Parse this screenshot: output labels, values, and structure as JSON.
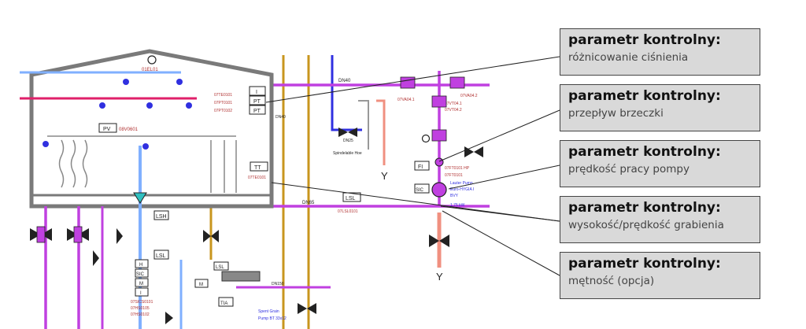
{
  "callouts": [
    {
      "title": "parametr kontrolny:",
      "desc": "różnicowanie ciśnienia"
    },
    {
      "title": "parametr kontrolny:",
      "desc": "przepływ brzeczki"
    },
    {
      "title": "parametr kontrolny:",
      "desc": "prędkość pracy pompy"
    },
    {
      "title": "parametr kontrolny:",
      "desc": "wysokość/prędkość grabienia"
    },
    {
      "title": "parametr kontrolny:",
      "desc": "mętność (opcja)"
    }
  ],
  "diagram": {
    "tag_top": "01EL01",
    "tag_pt_group": "07TE0101",
    "tag_pt_group2": "07PT0101",
    "tag_pt_group3": "07PT0102",
    "box_i": "I",
    "box_pt": "PT",
    "box_pt2": "PT",
    "box_pv": "PV",
    "tag_pv": "08V0601",
    "box_tt": "TT",
    "tag_tt": "07TE0101",
    "dn_top": "DN40",
    "dn_mid": "DN65",
    "dn_vert": "DN40",
    "dn_bottom": "DN150",
    "box_lsl_mid": "LSL",
    "tag_lsl_mid": "07LSL0101",
    "box_lsh": "LSH",
    "box_lsl": "LSL",
    "box_h": "H",
    "box_sic_left": "SIC",
    "box_m": "M",
    "box_i2": "I",
    "box_m2": "M",
    "box_lsl2": "LSL",
    "box_tia": "TIA",
    "box_fi": "FI",
    "box_sic": "SIC",
    "pump_label": "Lauter Pump",
    "pump_model": "Euro-HYGIA I",
    "pump_rpm": "BVY",
    "pump_kw": "1,75 kW",
    "tag_fi": "07FT0101 HP",
    "tag_fi2": "07FT0101",
    "tag_sampler": "Spindelable Hoe",
    "tag_dn25": "DN25",
    "tag_spent1": "Spent Grain",
    "tag_spent2": "Pump BT 33x12",
    "tag_valve1": "07VA04.1",
    "tag_valve2": "07VA04.2",
    "tag_valve3": "07VT04.1",
    "tag_valve4": "07VT04.2",
    "tag_left_tags": "07SICS0101",
    "tag_left_tags2": "07HS0105",
    "tag_left_tags3": "07HS0102"
  },
  "colors": {
    "magenta": "#c040e0",
    "red": "#e0206a",
    "blue": "#3030e0",
    "lightblue": "#80b0ff",
    "gold": "#c8961e",
    "gray": "#7a7a7a",
    "salmon": "#f09080",
    "tagred": "#b03030"
  }
}
